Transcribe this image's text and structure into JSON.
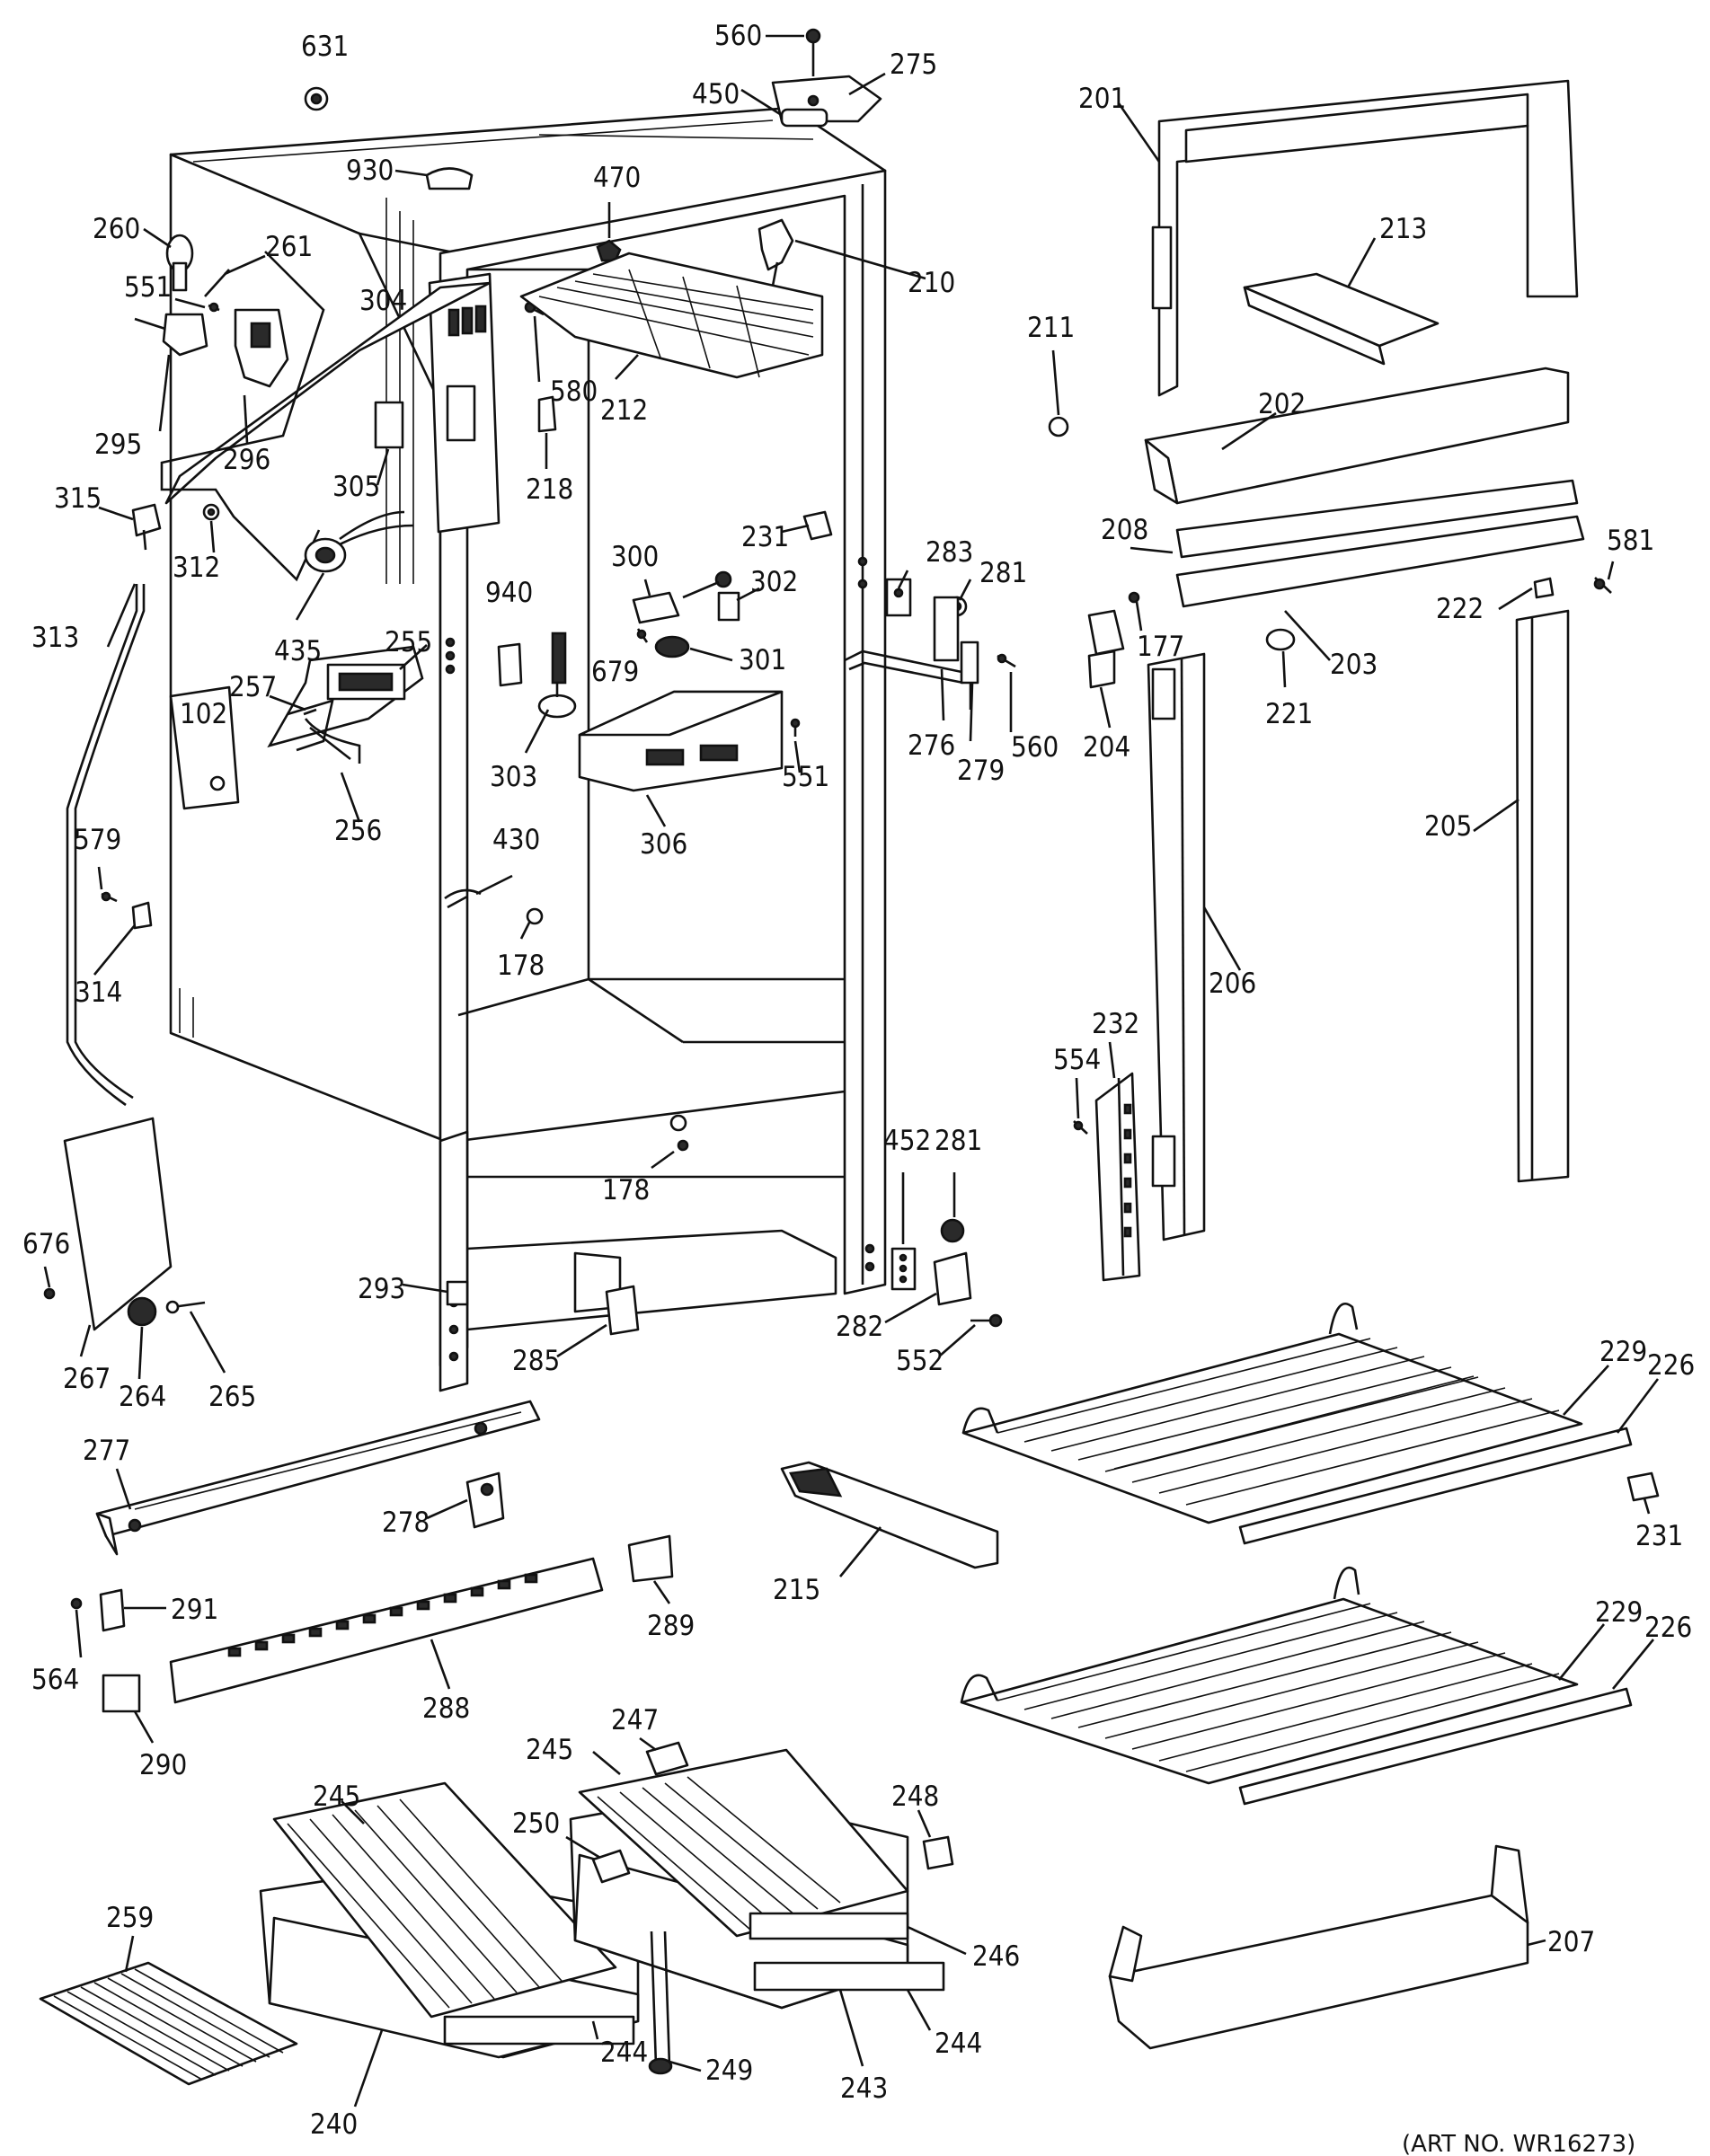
{
  "art_no": "(ART NO. WR16273)",
  "labels": [
    {
      "id": "631",
      "text": "631"
    },
    {
      "id": "560a",
      "text": "560"
    },
    {
      "id": "275",
      "text": "275"
    },
    {
      "id": "450",
      "text": "450"
    },
    {
      "id": "201",
      "text": "201"
    },
    {
      "id": "930",
      "text": "930"
    },
    {
      "id": "470",
      "text": "470"
    },
    {
      "id": "260",
      "text": "260"
    },
    {
      "id": "261",
      "text": "261"
    },
    {
      "id": "210",
      "text": "210"
    },
    {
      "id": "213",
      "text": "213"
    },
    {
      "id": "551a",
      "text": "551"
    },
    {
      "id": "304",
      "text": "304"
    },
    {
      "id": "580",
      "text": "580"
    },
    {
      "id": "212",
      "text": "212"
    },
    {
      "id": "211",
      "text": "211"
    },
    {
      "id": "202",
      "text": "202"
    },
    {
      "id": "295",
      "text": "295"
    },
    {
      "id": "296",
      "text": "296"
    },
    {
      "id": "218",
      "text": "218"
    },
    {
      "id": "305",
      "text": "305"
    },
    {
      "id": "315",
      "text": "315"
    },
    {
      "id": "312",
      "text": "312"
    },
    {
      "id": "231a",
      "text": "231"
    },
    {
      "id": "208",
      "text": "208"
    },
    {
      "id": "581",
      "text": "581"
    },
    {
      "id": "283",
      "text": "283"
    },
    {
      "id": "281a",
      "text": "281"
    },
    {
      "id": "300",
      "text": "300"
    },
    {
      "id": "302",
      "text": "302"
    },
    {
      "id": "940",
      "text": "940"
    },
    {
      "id": "177",
      "text": "177"
    },
    {
      "id": "222",
      "text": "222"
    },
    {
      "id": "313",
      "text": "313"
    },
    {
      "id": "435",
      "text": "435"
    },
    {
      "id": "255",
      "text": "255"
    },
    {
      "id": "679",
      "text": "679"
    },
    {
      "id": "301",
      "text": "301"
    },
    {
      "id": "203",
      "text": "203"
    },
    {
      "id": "257",
      "text": "257"
    },
    {
      "id": "221",
      "text": "221"
    },
    {
      "id": "276",
      "text": "276"
    },
    {
      "id": "560b",
      "text": "560"
    },
    {
      "id": "204",
      "text": "204"
    },
    {
      "id": "102",
      "text": "102"
    },
    {
      "id": "279",
      "text": "279"
    },
    {
      "id": "303",
      "text": "303"
    },
    {
      "id": "551b",
      "text": "551"
    },
    {
      "id": "205",
      "text": "205"
    },
    {
      "id": "256",
      "text": "256"
    },
    {
      "id": "306",
      "text": "306"
    },
    {
      "id": "579",
      "text": "579"
    },
    {
      "id": "430",
      "text": "430"
    },
    {
      "id": "206",
      "text": "206"
    },
    {
      "id": "314",
      "text": "314"
    },
    {
      "id": "178a",
      "text": "178"
    },
    {
      "id": "232",
      "text": "232"
    },
    {
      "id": "554",
      "text": "554"
    },
    {
      "id": "452",
      "text": "452"
    },
    {
      "id": "281b",
      "text": "281"
    },
    {
      "id": "178b",
      "text": "178"
    },
    {
      "id": "676",
      "text": "676"
    },
    {
      "id": "293",
      "text": "293"
    },
    {
      "id": "229a",
      "text": "229"
    },
    {
      "id": "226a",
      "text": "226"
    },
    {
      "id": "282",
      "text": "282"
    },
    {
      "id": "285",
      "text": "285"
    },
    {
      "id": "552",
      "text": "552"
    },
    {
      "id": "267",
      "text": "267"
    },
    {
      "id": "264",
      "text": "264"
    },
    {
      "id": "265",
      "text": "265"
    },
    {
      "id": "277",
      "text": "277"
    },
    {
      "id": "231b",
      "text": "231"
    },
    {
      "id": "278",
      "text": "278"
    },
    {
      "id": "215",
      "text": "215"
    },
    {
      "id": "291",
      "text": "291"
    },
    {
      "id": "289",
      "text": "289"
    },
    {
      "id": "229b",
      "text": "229"
    },
    {
      "id": "226b",
      "text": "226"
    },
    {
      "id": "564",
      "text": "564"
    },
    {
      "id": "288",
      "text": "288"
    },
    {
      "id": "290",
      "text": "290"
    },
    {
      "id": "247",
      "text": "247"
    },
    {
      "id": "245a",
      "text": "245"
    },
    {
      "id": "245b",
      "text": "245"
    },
    {
      "id": "248",
      "text": "248"
    },
    {
      "id": "250",
      "text": "250"
    },
    {
      "id": "259",
      "text": "259"
    },
    {
      "id": "246",
      "text": "246"
    },
    {
      "id": "207",
      "text": "207"
    },
    {
      "id": "244a",
      "text": "244"
    },
    {
      "id": "244b",
      "text": "244"
    },
    {
      "id": "249",
      "text": "249"
    },
    {
      "id": "243",
      "text": "243"
    },
    {
      "id": "240",
      "text": "240"
    }
  ]
}
